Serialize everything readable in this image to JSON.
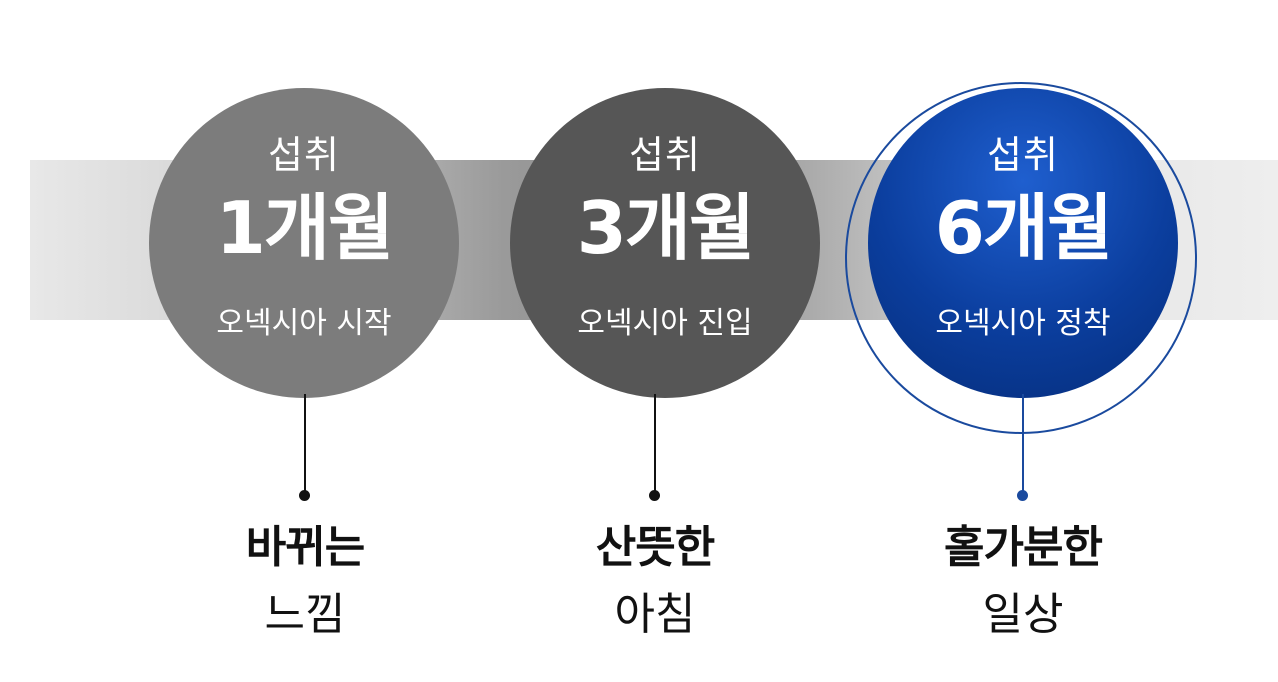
{
  "colors": {
    "stage1": "#7c7c7c",
    "stage2": "#565656",
    "stage3": "#0b3e9e",
    "connector_gray": "#111111",
    "connector_blue": "#1a4a9e"
  },
  "stages": [
    {
      "top": "섭취",
      "main": "1개월",
      "sub": "오넥시아 시작",
      "label_bold": "바뀌는",
      "label_light": "느낌"
    },
    {
      "top": "섭취",
      "main": "3개월",
      "sub": "오넥시아 진입",
      "label_bold": "산뜻한",
      "label_light": "아침"
    },
    {
      "top": "섭취",
      "main": "6개월",
      "sub": "오넥시아 정착",
      "label_bold": "홀가분한",
      "label_light": "일상"
    }
  ]
}
